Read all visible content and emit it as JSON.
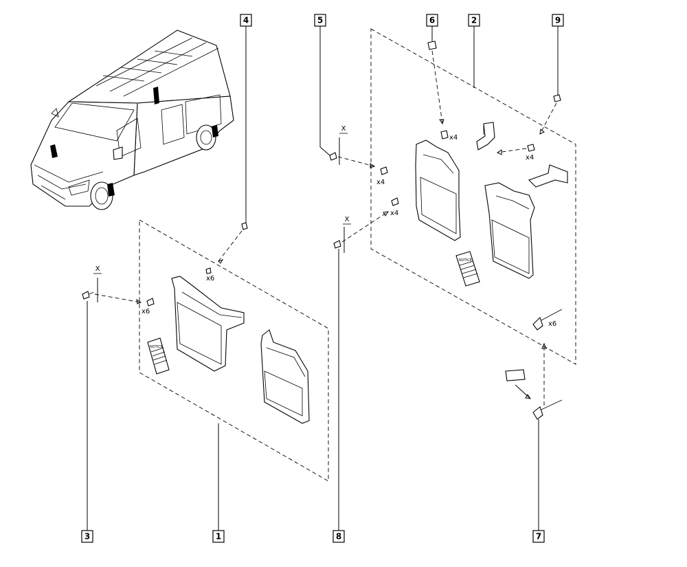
{
  "callouts": {
    "c1": "1",
    "c2": "2",
    "c3": "3",
    "c4": "4",
    "c5": "5",
    "c6": "6",
    "c7": "7",
    "c8": "8",
    "c9": "9"
  },
  "quantities": {
    "front_nuts": "x6",
    "front_screws": "x6",
    "rear_clips": "x4",
    "rear_screws_upper": "x4",
    "rear_screws_lower": "x4",
    "rear_nuts": "x4",
    "rivets": "x6"
  },
  "axis_labels": {
    "screw_3": "X",
    "screw_5": "X",
    "screw_8": "X"
  },
  "documents": {
    "front_notice": "NOTICE",
    "rear_notice": "NOTICE"
  },
  "colors": {
    "line": "#000000",
    "background": "#ffffff"
  }
}
